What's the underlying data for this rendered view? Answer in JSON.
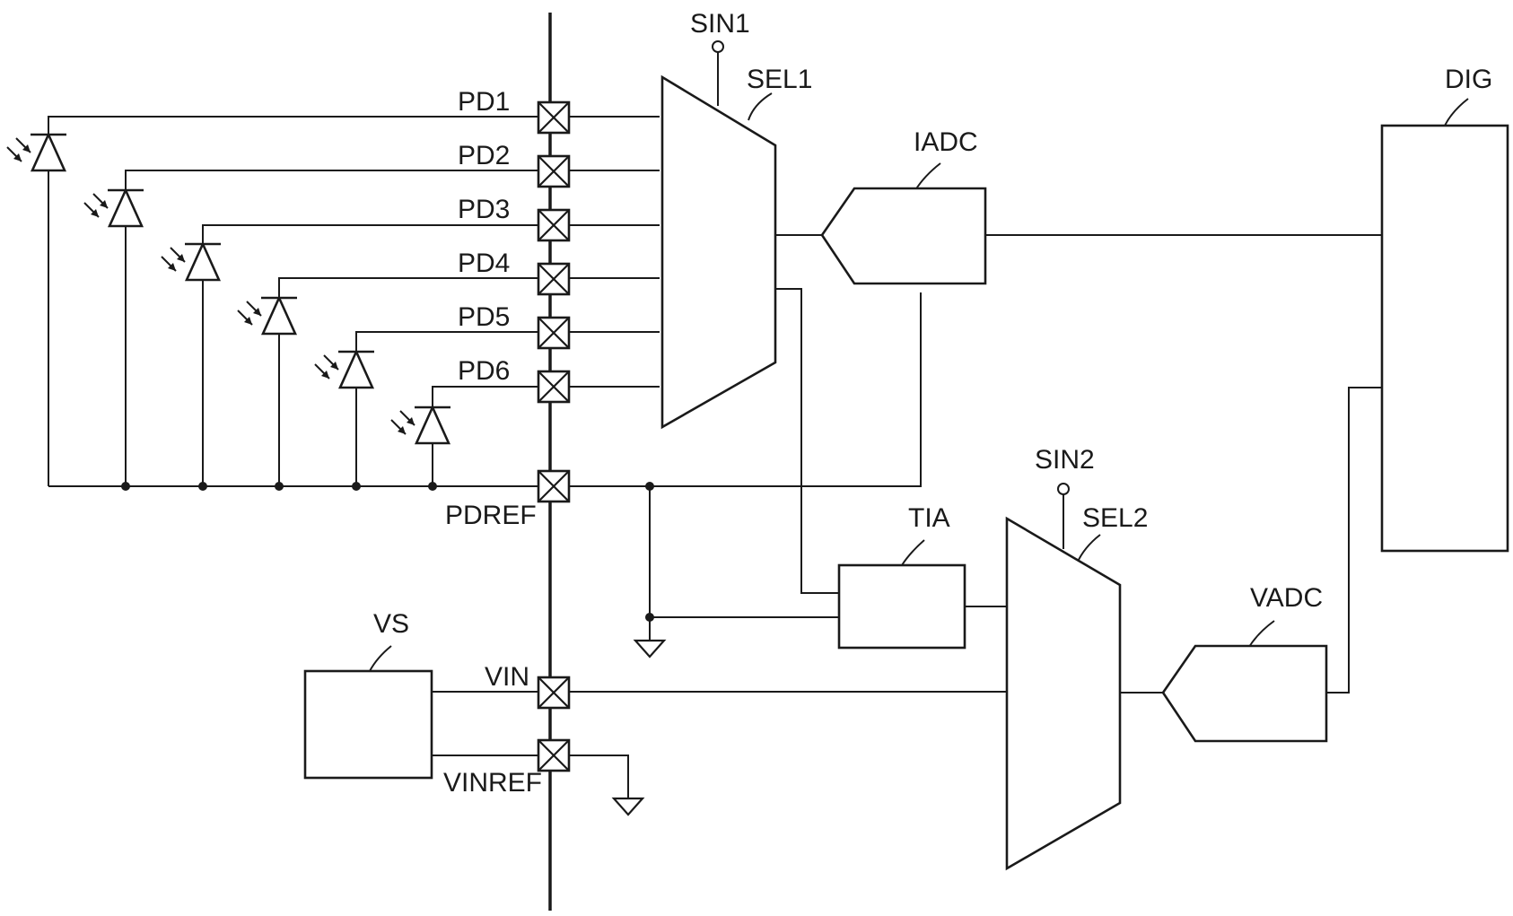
{
  "pins": {
    "pd1": "PD1",
    "pd2": "PD2",
    "pd3": "PD3",
    "pd4": "PD4",
    "pd5": "PD5",
    "pd6": "PD6",
    "pdref": "PDREF",
    "vin": "VIN",
    "vinref": "VINREF"
  },
  "blocks": {
    "sin1": "SIN1",
    "sel1": "SEL1",
    "iadc": "IADC",
    "dig": "DIG",
    "sin2": "SIN2",
    "sel2": "SEL2",
    "tia": "TIA",
    "vadc": "VADC",
    "vs": "VS"
  }
}
